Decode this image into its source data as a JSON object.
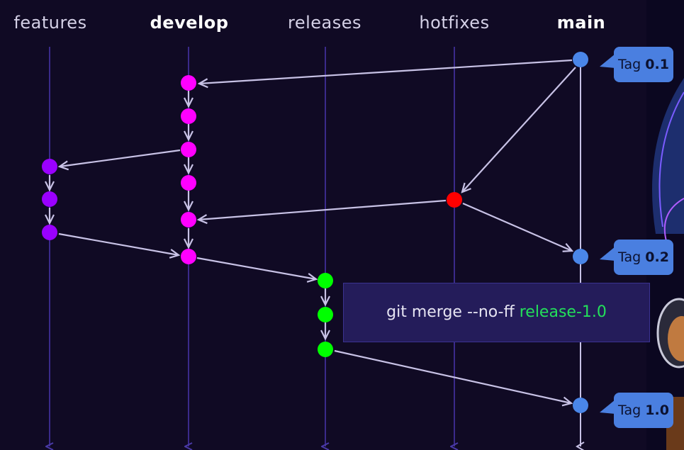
{
  "lanes": {
    "features": "features",
    "develop": "develop",
    "releases": "releases",
    "hotfixes": "hotfixes",
    "main": "main"
  },
  "tags": [
    {
      "prefix": "Tag ",
      "version": "0.1"
    },
    {
      "prefix": "Tag ",
      "version": "0.2"
    },
    {
      "prefix": "Tag ",
      "version": "1.0"
    }
  ],
  "callout": {
    "command": "git merge --no-ff ",
    "branch": "release-1.0"
  },
  "colors": {
    "background": "#100a24",
    "lane_line": "#3a2a8a",
    "arrow": "#c8c2e6",
    "main_commit": "#4a86e8",
    "develop_commit": "#ff00ff",
    "feature_commit": "#9a00ff",
    "release_commit": "#00ff00",
    "hotfix_commit": "#ff0000",
    "tag_fill": "#4a7fe0"
  }
}
